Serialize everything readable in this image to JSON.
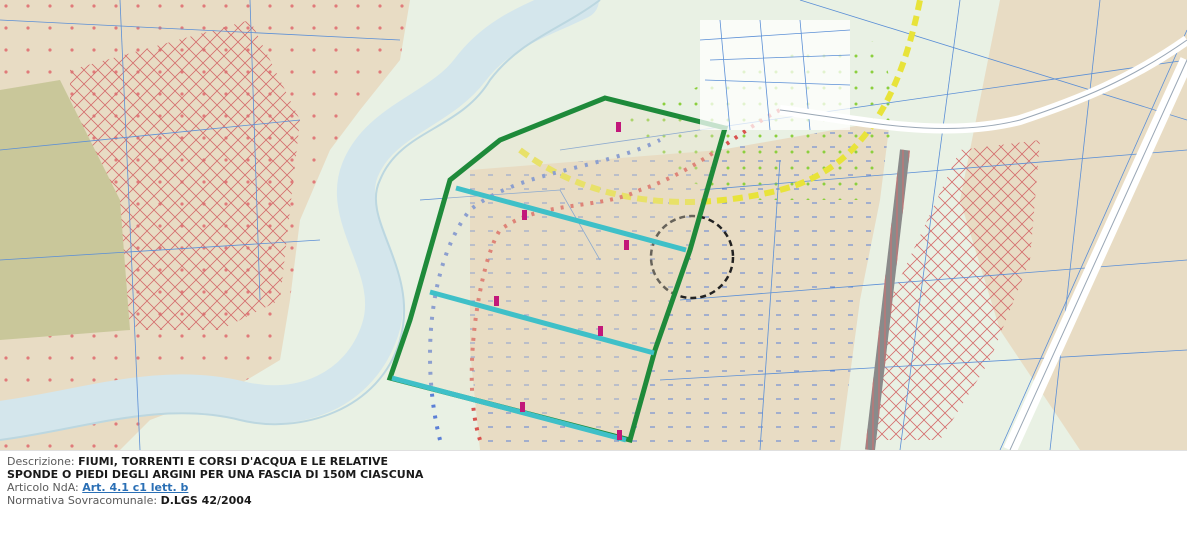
{
  "map": {
    "colors": {
      "background": "#e9f1e4",
      "river": "#d4e6ec",
      "river_bank": "#bcd7e0",
      "parcel_lines": "#5b8fd6",
      "tan_zone": "#e8dcc4",
      "olive_zone": "#c9c79a",
      "pink_dots": "#e07a7a",
      "hatch": "#d46d6d",
      "green_outline": "#1e8a3a",
      "cyan_band": "#3fc0c8",
      "yellow_dash": "#e8e33a",
      "green_dash": "#8ccf3e",
      "red_triangles": "#d9534f",
      "blue_triangles": "#5b7fd6",
      "magenta_marker": "#c2187a"
    },
    "icons": [
      "dashed-circle-marker"
    ]
  },
  "info": {
    "description_label": "Descrizione:",
    "description_value": "FIUMI, TORRENTI E CORSI D'ACQUA E LE RELATIVE SPONDE O PIEDI DEGLI ARGINI PER UNA FASCIA DI 150M CIASCUNA",
    "article_label": "Articolo NdA:",
    "article_link": "Art. 4.1 c1 lett. b",
    "regulation_label": "Normativa Sovracomunale:",
    "regulation_value": "D.LGS 42/2004"
  }
}
